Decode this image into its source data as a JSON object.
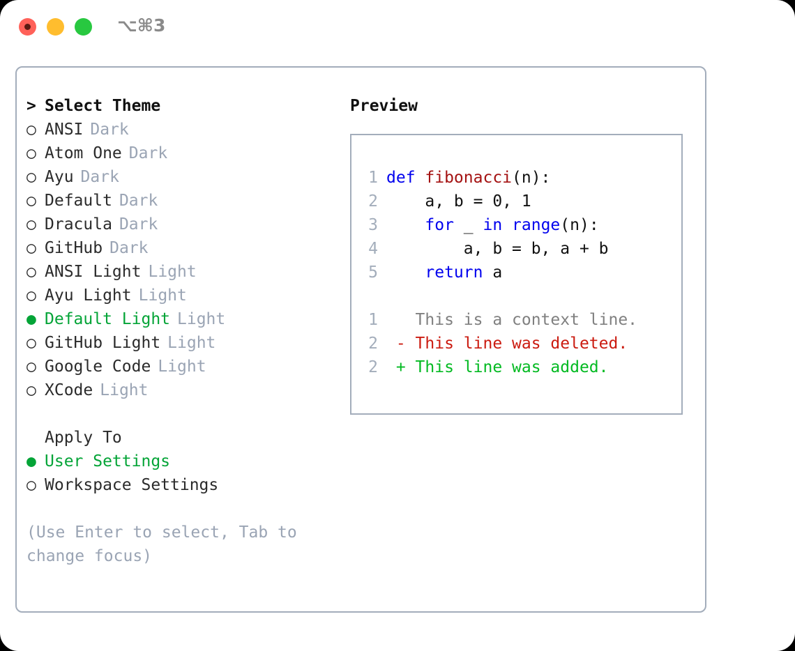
{
  "window": {
    "shortcut": "⌥⌘3",
    "traffic_lights": [
      {
        "name": "close",
        "color": "#ff6159"
      },
      {
        "name": "minimize",
        "color": "#ffbd2e"
      },
      {
        "name": "maximize",
        "color": "#28c840"
      }
    ]
  },
  "accent_colors": {
    "selected_green": "#04a437",
    "muted_gray": "#9aa4b4",
    "border": "#a3adbb",
    "keyword_blue": "#0000ee",
    "function_red": "#a41212",
    "diff_deleted": "#cb1b10",
    "diff_added": "#03ba22",
    "diff_context": "#808080"
  },
  "left_panel": {
    "header": {
      "marker": ">",
      "label": "Select Theme"
    },
    "themes": [
      {
        "marker": "○",
        "name": "ANSI",
        "tag": "Dark",
        "selected": false
      },
      {
        "marker": "○",
        "name": "Atom One",
        "tag": "Dark",
        "selected": false
      },
      {
        "marker": "○",
        "name": "Ayu",
        "tag": "Dark",
        "selected": false
      },
      {
        "marker": "○",
        "name": "Default",
        "tag": "Dark",
        "selected": false
      },
      {
        "marker": "○",
        "name": "Dracula",
        "tag": "Dark",
        "selected": false
      },
      {
        "marker": "○",
        "name": "GitHub",
        "tag": "Dark",
        "selected": false
      },
      {
        "marker": "○",
        "name": "ANSI Light",
        "tag": "Light",
        "selected": false
      },
      {
        "marker": "○",
        "name": "Ayu Light",
        "tag": "Light",
        "selected": false
      },
      {
        "marker": "●",
        "name": "Default Light",
        "tag": "Light",
        "selected": true
      },
      {
        "marker": "○",
        "name": "GitHub Light",
        "tag": "Light",
        "selected": false
      },
      {
        "marker": "○",
        "name": "Google Code",
        "tag": "Light",
        "selected": false
      },
      {
        "marker": "○",
        "name": "XCode",
        "tag": "Light",
        "selected": false
      }
    ],
    "apply_to": {
      "title": "Apply To",
      "options": [
        {
          "marker": "●",
          "label": "User Settings",
          "selected": true
        },
        {
          "marker": "○",
          "label": "Workspace Settings",
          "selected": false
        }
      ]
    },
    "hint": "(Use Enter to select, Tab to change focus)"
  },
  "right_panel": {
    "title": "Preview",
    "code_lines": [
      {
        "number": "1",
        "indent": 0,
        "tokens": [
          {
            "text": "def ",
            "style": "kw"
          },
          {
            "text": "fibonacci",
            "style": "fn"
          },
          {
            "text": "(n):",
            "style": "pl"
          }
        ]
      },
      {
        "number": "2",
        "indent": 0,
        "tokens": [
          {
            "text": "    a, b = 0, 1",
            "style": "pl"
          }
        ]
      },
      {
        "number": "3",
        "indent": 0,
        "tokens": [
          {
            "text": "    ",
            "style": "pl"
          },
          {
            "text": "for",
            "style": "kw"
          },
          {
            "text": " _ ",
            "style": "pl"
          },
          {
            "text": "in ",
            "style": "kw"
          },
          {
            "text": "range",
            "style": "kw"
          },
          {
            "text": "(n):",
            "style": "pl"
          }
        ]
      },
      {
        "number": "4",
        "indent": 0,
        "tokens": [
          {
            "text": "        a, b = b, a + b",
            "style": "pl"
          }
        ]
      },
      {
        "number": "5",
        "indent": 0,
        "tokens": [
          {
            "text": "    ",
            "style": "pl"
          },
          {
            "text": "return",
            "style": "kw"
          },
          {
            "text": " a",
            "style": "pl"
          }
        ]
      }
    ],
    "diff_lines": [
      {
        "number": "1",
        "tokens": [
          {
            "text": "   This is a context line.",
            "style": "ctx"
          }
        ]
      },
      {
        "number": "2",
        "tokens": [
          {
            "text": " - This line was deleted.",
            "style": "del"
          }
        ]
      },
      {
        "number": "2",
        "tokens": [
          {
            "text": " + This line was added.",
            "style": "add"
          }
        ]
      }
    ]
  }
}
